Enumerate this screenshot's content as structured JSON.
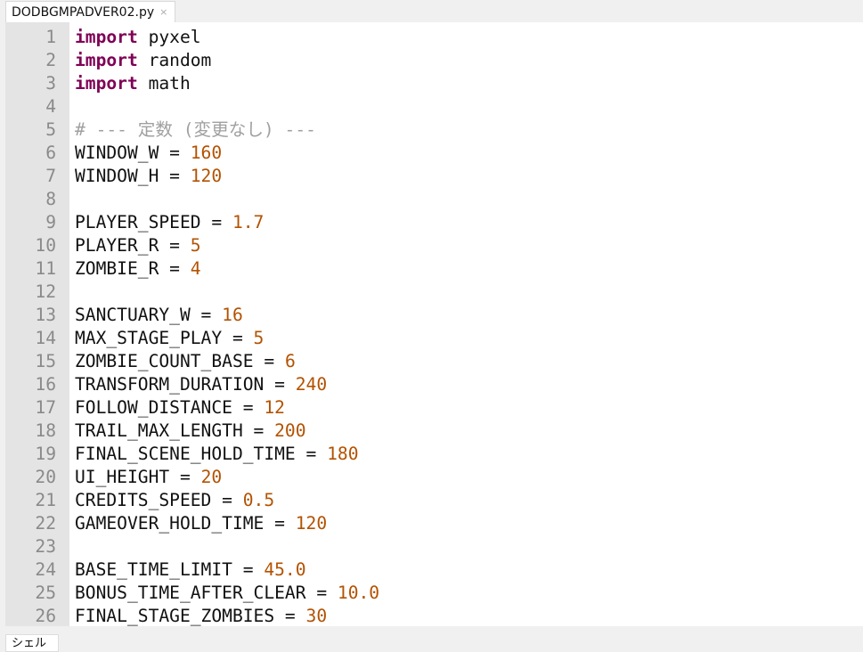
{
  "tabs": {
    "active_file": "DODBGMPADVER02.py",
    "close_glyph": "×"
  },
  "bottom_panel": {
    "tab_label": "シェル"
  },
  "colors": {
    "keyword": "#7f0055",
    "number": "#b35200",
    "comment": "#a0a0a0"
  },
  "code_lines": [
    {
      "n": "1",
      "tokens": [
        {
          "t": "import",
          "c": "kw"
        },
        {
          "t": " pyxel",
          "c": ""
        }
      ]
    },
    {
      "n": "2",
      "tokens": [
        {
          "t": "import",
          "c": "kw"
        },
        {
          "t": " random",
          "c": ""
        }
      ]
    },
    {
      "n": "3",
      "tokens": [
        {
          "t": "import",
          "c": "kw"
        },
        {
          "t": " math",
          "c": ""
        }
      ]
    },
    {
      "n": "4",
      "tokens": []
    },
    {
      "n": "5",
      "tokens": [
        {
          "t": "# --- 定数 (変更なし) ---",
          "c": "cm"
        }
      ]
    },
    {
      "n": "6",
      "tokens": [
        {
          "t": "WINDOW_W = ",
          "c": ""
        },
        {
          "t": "160",
          "c": "num"
        }
      ]
    },
    {
      "n": "7",
      "tokens": [
        {
          "t": "WINDOW_H = ",
          "c": ""
        },
        {
          "t": "120",
          "c": "num"
        }
      ]
    },
    {
      "n": "8",
      "tokens": []
    },
    {
      "n": "9",
      "tokens": [
        {
          "t": "PLAYER_SPEED = ",
          "c": ""
        },
        {
          "t": "1.7",
          "c": "num"
        }
      ]
    },
    {
      "n": "10",
      "tokens": [
        {
          "t": "PLAYER_R = ",
          "c": ""
        },
        {
          "t": "5",
          "c": "num"
        }
      ]
    },
    {
      "n": "11",
      "tokens": [
        {
          "t": "ZOMBIE_R = ",
          "c": ""
        },
        {
          "t": "4",
          "c": "num"
        }
      ]
    },
    {
      "n": "12",
      "tokens": []
    },
    {
      "n": "13",
      "tokens": [
        {
          "t": "SANCTUARY_W = ",
          "c": ""
        },
        {
          "t": "16",
          "c": "num"
        }
      ]
    },
    {
      "n": "14",
      "tokens": [
        {
          "t": "MAX_STAGE_PLAY = ",
          "c": ""
        },
        {
          "t": "5",
          "c": "num"
        }
      ]
    },
    {
      "n": "15",
      "tokens": [
        {
          "t": "ZOMBIE_COUNT_BASE = ",
          "c": ""
        },
        {
          "t": "6",
          "c": "num"
        }
      ]
    },
    {
      "n": "16",
      "tokens": [
        {
          "t": "TRANSFORM_DURATION = ",
          "c": ""
        },
        {
          "t": "240",
          "c": "num"
        }
      ]
    },
    {
      "n": "17",
      "tokens": [
        {
          "t": "FOLLOW_DISTANCE = ",
          "c": ""
        },
        {
          "t": "12",
          "c": "num"
        }
      ]
    },
    {
      "n": "18",
      "tokens": [
        {
          "t": "TRAIL_MAX_LENGTH = ",
          "c": ""
        },
        {
          "t": "200",
          "c": "num"
        }
      ]
    },
    {
      "n": "19",
      "tokens": [
        {
          "t": "FINAL_SCENE_HOLD_TIME = ",
          "c": ""
        },
        {
          "t": "180",
          "c": "num"
        }
      ]
    },
    {
      "n": "20",
      "tokens": [
        {
          "t": "UI_HEIGHT = ",
          "c": ""
        },
        {
          "t": "20",
          "c": "num"
        }
      ]
    },
    {
      "n": "21",
      "tokens": [
        {
          "t": "CREDITS_SPEED = ",
          "c": ""
        },
        {
          "t": "0.5",
          "c": "num"
        }
      ]
    },
    {
      "n": "22",
      "tokens": [
        {
          "t": "GAMEOVER_HOLD_TIME = ",
          "c": ""
        },
        {
          "t": "120",
          "c": "num"
        }
      ]
    },
    {
      "n": "23",
      "tokens": []
    },
    {
      "n": "24",
      "tokens": [
        {
          "t": "BASE_TIME_LIMIT = ",
          "c": ""
        },
        {
          "t": "45.0",
          "c": "num"
        }
      ]
    },
    {
      "n": "25",
      "tokens": [
        {
          "t": "BONUS_TIME_AFTER_CLEAR = ",
          "c": ""
        },
        {
          "t": "10.0",
          "c": "num"
        }
      ]
    },
    {
      "n": "26",
      "tokens": [
        {
          "t": "FINAL_STAGE_ZOMBIES = ",
          "c": ""
        },
        {
          "t": "30",
          "c": "num"
        }
      ]
    }
  ]
}
